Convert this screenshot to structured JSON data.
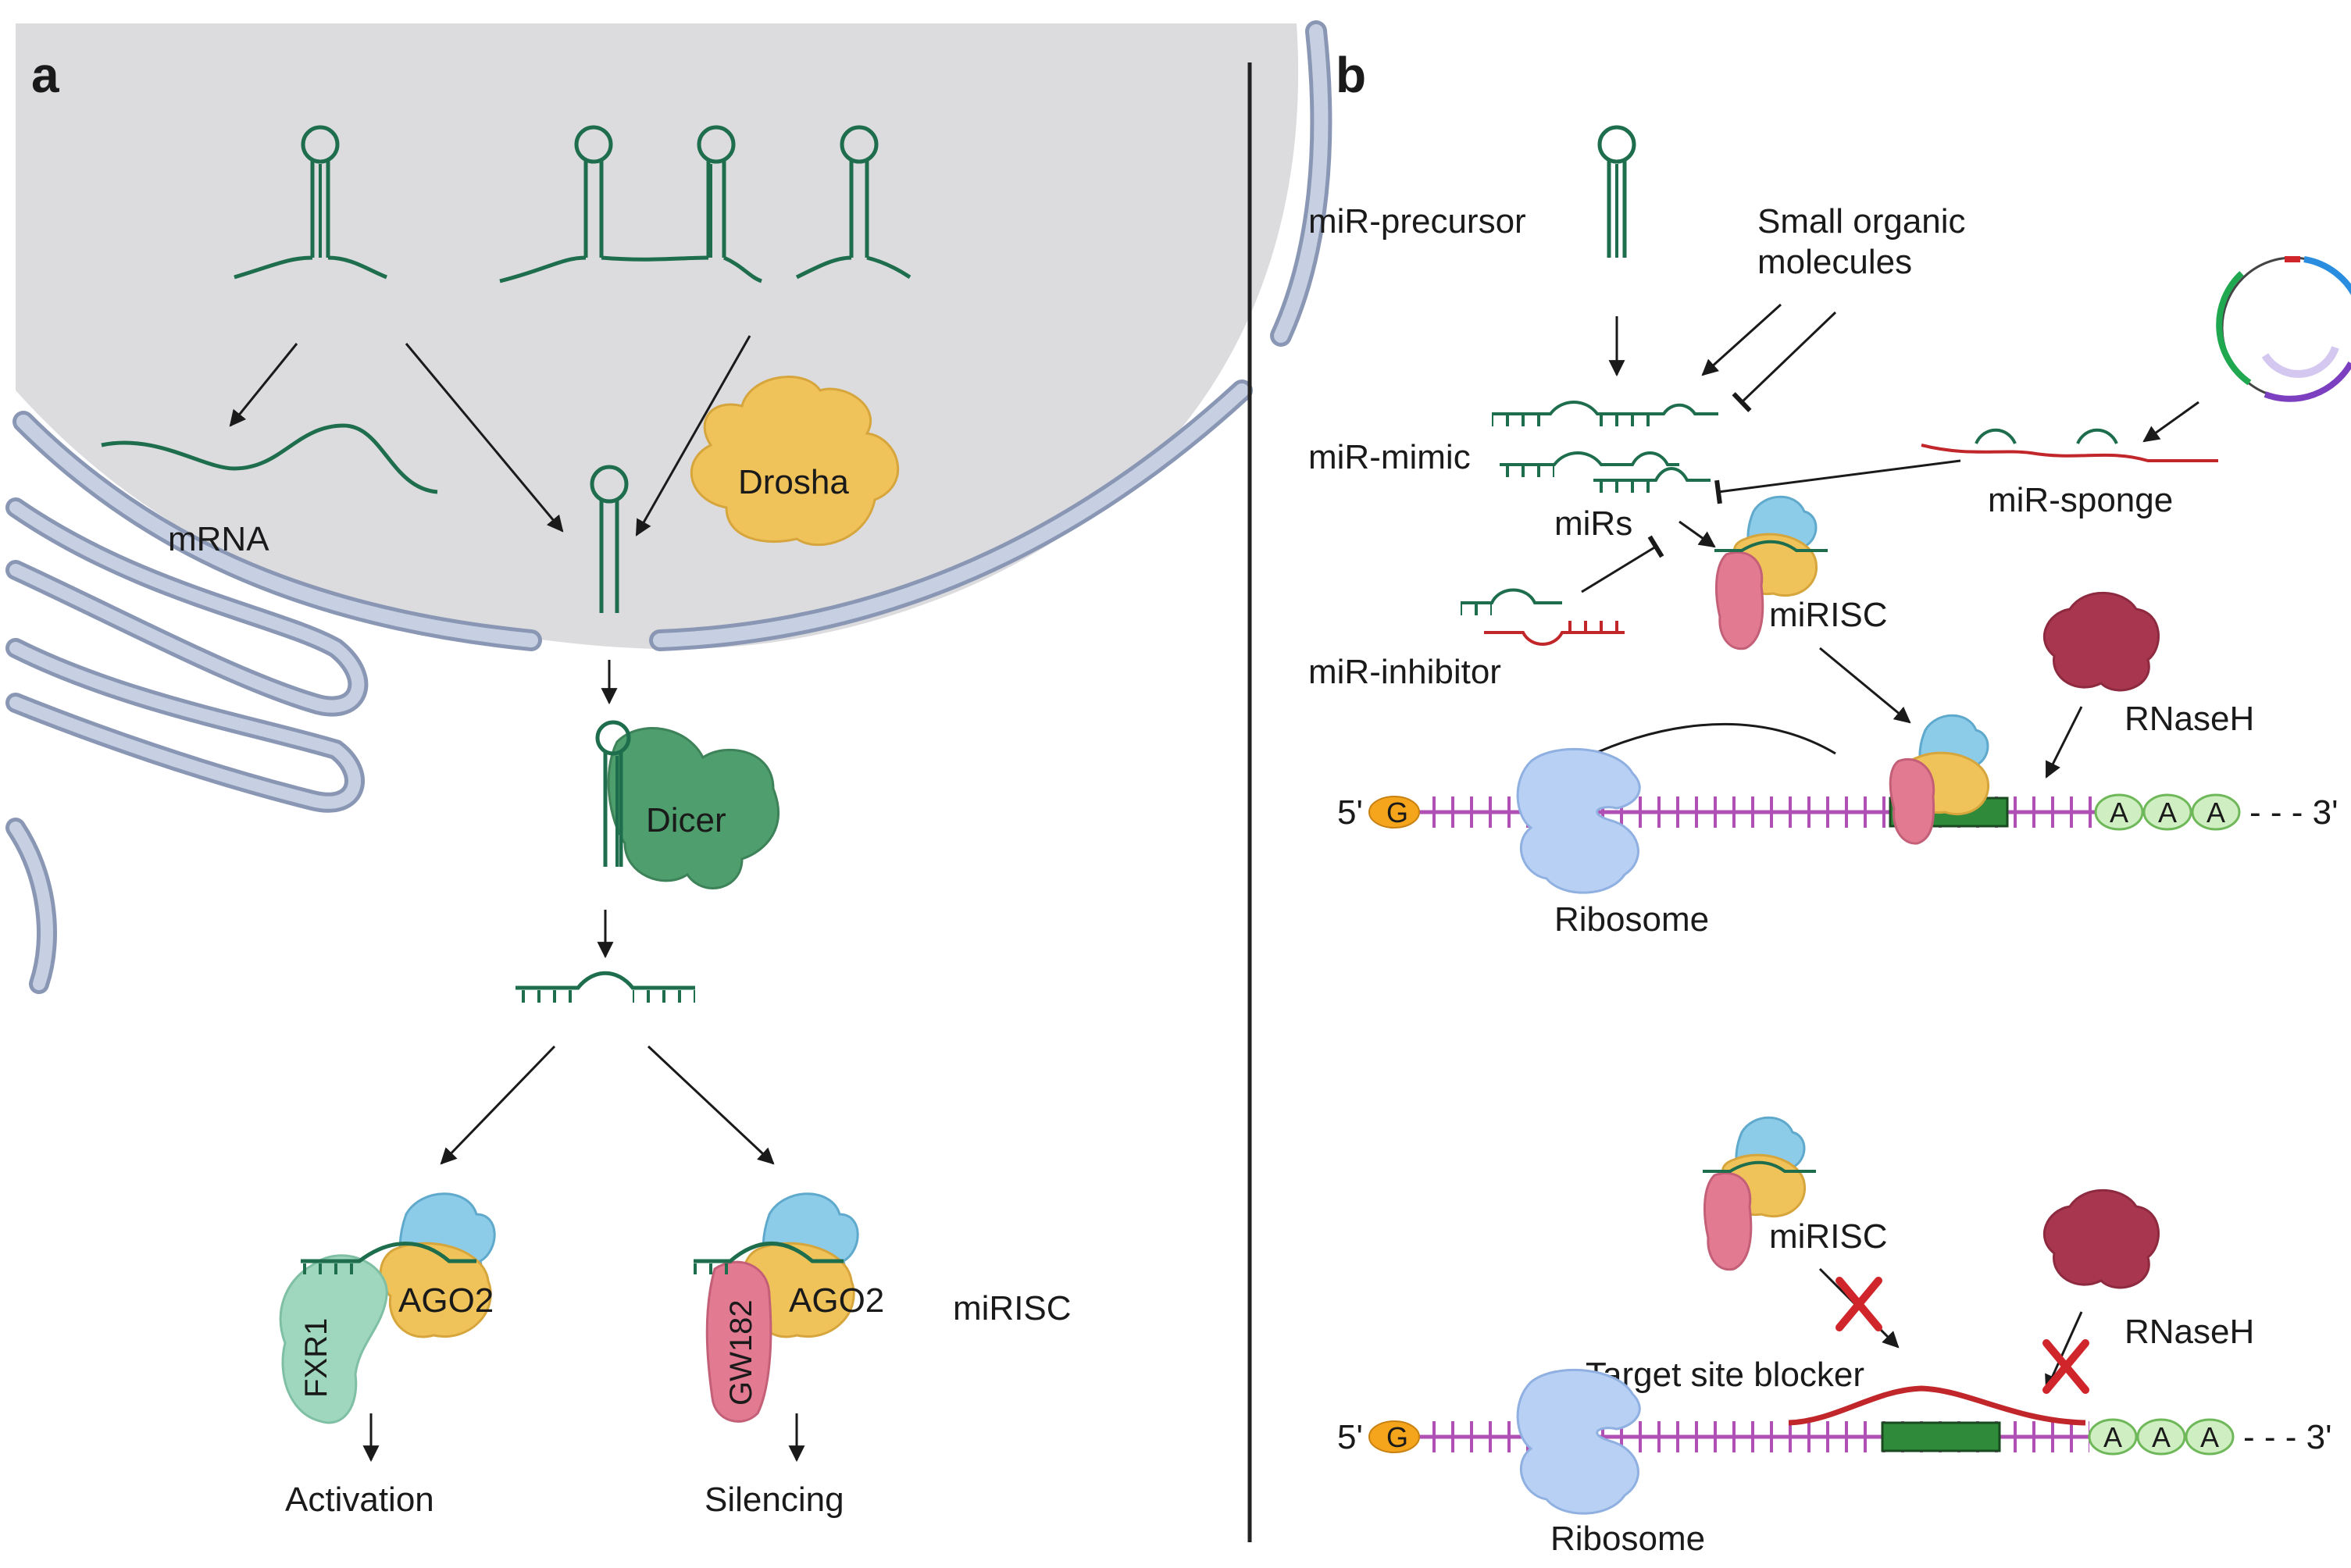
{
  "panel_a": {
    "letter": "a",
    "mrna": "mRNA",
    "drosha": "Drosha",
    "dicer": "Dicer",
    "ago2_left": "AGO2",
    "ago2_right": "AGO2",
    "fxr1": "FXR1",
    "gw182": "GW182",
    "mirisc": "miRISC",
    "activation": "Activation",
    "silencing": "Silencing"
  },
  "panel_b": {
    "letter": "b",
    "mir_precursor": "miR-precursor",
    "small_organic_1": "Small organic",
    "small_organic_2": "molecules",
    "mir_mimic": "miR-mimic",
    "mirs": "miRs",
    "mir_sponge": "miR-sponge",
    "mir_inhibitor": "miR-inhibitor",
    "mirisc_top": "miRISC",
    "rnaseh_top": "RNaseH",
    "five_prime_top": "5'",
    "three_prime_top": "- - - 3'",
    "cap_top": "G",
    "polya_top": [
      "A",
      "A",
      "A"
    ],
    "ribosome_top": "Ribosome",
    "mirisc_bottom": "miRISC",
    "rnaseh_bottom": "RNaseH",
    "target_site_blocker": "Target site blocker",
    "five_prime_bottom": "5'",
    "three_prime_bottom": "- - - 3'",
    "cap_bottom": "G",
    "polya_bottom": [
      "A",
      "A",
      "A"
    ],
    "ribosome_bottom": "Ribosome"
  },
  "colors": {
    "nucleus": "#dcdcdf",
    "membrane_fill": "#c7d0e3",
    "membrane_stroke": "#8a97b4",
    "rna_green": "#1e6e4e",
    "rna_red": "#c0262a",
    "mrna_purple": "#b04fb4",
    "drosha": "#f0c35a",
    "dicer": "#4f9e6d",
    "ago2": "#f0c35a",
    "fxr1": "#9fd6be",
    "gw182": "#e27a92",
    "rnaseh": "#a8364e",
    "ribosome": "#b8d0f4",
    "cap": "#f4a51c",
    "polya": "#cfeec2",
    "target_site": "#2f8a3a",
    "divider": "#222222"
  }
}
